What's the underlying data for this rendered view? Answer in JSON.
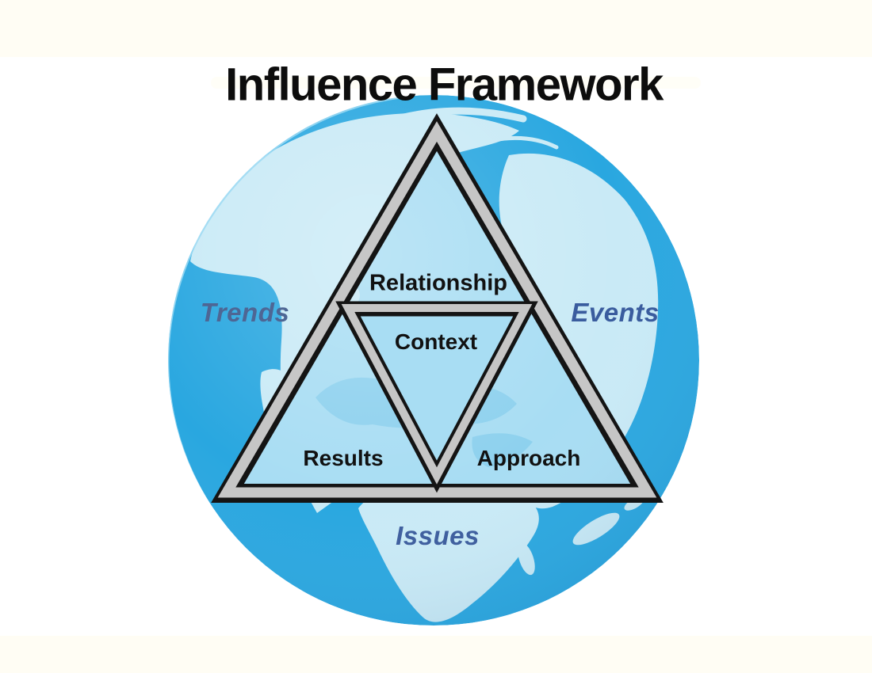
{
  "title": "Influence Framework",
  "triangle": {
    "top_zone_label": "Relationship",
    "center_zone_label": "Context",
    "bottom_left_zone_label": "Results",
    "bottom_right_zone_label": "Approach"
  },
  "globe": {
    "left_label": "Trends",
    "right_label": "Events",
    "bottom_label": "Issues"
  },
  "colors": {
    "background_cream": "#fffdf4",
    "title_black": "#0d0d0d",
    "ocean": "#29a7e0",
    "land": "#c9eaf6",
    "rim_highlight": "#9edaf3",
    "triangle_interior": "#a8ddf3",
    "interior_land": "#8ed1ee",
    "frame_gray": "#c6c6c6",
    "frame_black": "#141414",
    "zone_label_black": "#111111",
    "trends_blue": "#4e6694",
    "events_blue": "#3a5c9e",
    "issues_blue": "#40609f",
    "paint_fleck_white": "#ffffff"
  }
}
